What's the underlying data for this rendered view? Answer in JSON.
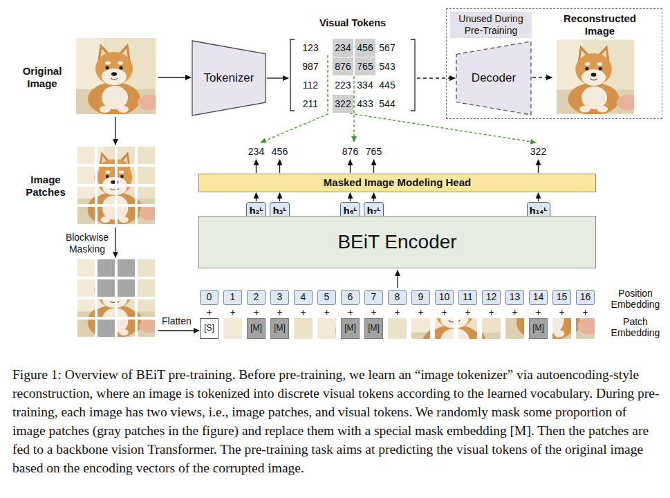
{
  "diagram": {
    "caption": "Figure 1: Overview of BEiT pre-training. Before pre-training, we learn an “image tokenizer” via autoencoding-style reconstruction, where an image is tokenized into discrete visual tokens according to the learned vocabulary. During pre-training, each image has two views, i.e., image patches, and visual tokens. We randomly mask some proportion of image patches (gray patches in the figure) and replace them with a special mask embedding [M]. Then the patches are fed to a backbone vision Transformer. The pre-training task aims at predicting the visual tokens of the original image based on the encoding vectors of the corrupted image.",
    "nodes": [
      {
        "text": [
          "Original Image"
        ]
      },
      {
        "text": [
          "Tokenizer"
        ]
      },
      {
        "text": [
          "Visual Tokens",
          "123",
          "234",
          "456",
          "567",
          "987",
          "876",
          "765",
          "543",
          "112",
          "223",
          "334",
          "445",
          "211",
          "322",
          "433",
          "544"
        ]
      },
      {
        "text": [
          "Unused During Pre-Training"
        ]
      },
      {
        "text": [
          "Decoder"
        ],
        "in": 3
      },
      {
        "text": [
          "Reconstructed Image"
        ],
        "in": 3
      },
      {
        "text": [
          "Image Patches"
        ]
      },
      {
        "text": [
          "Blockwise Masking"
        ]
      },
      {
        "text": [
          "Masked Image Modeling Head"
        ]
      },
      {
        "text": [
          "h₂ᴸ"
        ]
      },
      {
        "text": [
          "h₃ᴸ"
        ]
      },
      {
        "text": [
          "h₆ᴸ"
        ]
      },
      {
        "text": [
          "h₇ᴸ"
        ]
      },
      {
        "text": [
          "h₁₄ᴸ"
        ]
      },
      {
        "text": [
          "BEiT Encoder"
        ]
      },
      {
        "text": [
          "0"
        ]
      },
      {
        "text": [
          "1"
        ]
      },
      {
        "text": [
          "2"
        ]
      },
      {
        "text": [
          "3"
        ]
      },
      {
        "text": [
          "4"
        ]
      },
      {
        "text": [
          "5"
        ]
      },
      {
        "text": [
          "6"
        ]
      },
      {
        "text": [
          "7"
        ]
      },
      {
        "text": [
          "8"
        ]
      },
      {
        "text": [
          "9"
        ]
      },
      {
        "text": [
          "10"
        ]
      },
      {
        "text": [
          "11"
        ]
      },
      {
        "text": [
          "12"
        ]
      },
      {
        "text": [
          "13"
        ]
      },
      {
        "text": [
          "14"
        ]
      },
      {
        "text": [
          "15"
        ]
      },
      {
        "text": [
          "16"
        ]
      },
      {
        "text": [
          "[S]"
        ]
      },
      {
        "text": [
          "[M]"
        ]
      },
      {
        "text": [
          "[M]"
        ]
      },
      {
        "text": [
          "[M]"
        ]
      },
      {
        "text": [
          "[M]"
        ]
      },
      {
        "text": [
          "[M]"
        ]
      }
    ],
    "edges": [
      {
        "from": 0,
        "to": 1,
        "arrow": "to"
      },
      {
        "from": 1,
        "to": 2,
        "arrow": "to"
      },
      {
        "from": 2,
        "to": 4,
        "arrow": "to"
      },
      {
        "from": 4,
        "to": 5,
        "arrow": "to"
      },
      {
        "from": 0,
        "to": 6,
        "arrow": "to"
      },
      {
        "from": 6,
        "to": 7,
        "arrow": "to"
      },
      {
        "from": 7,
        "to": 32,
        "label": "Flatten",
        "arrow": "to"
      },
      {
        "from": 9,
        "to": 8,
        "arrow": "to"
      },
      {
        "from": 10,
        "to": 8,
        "arrow": "to"
      },
      {
        "from": 11,
        "to": 8,
        "arrow": "to"
      },
      {
        "from": 12,
        "to": 8,
        "arrow": "to"
      },
      {
        "from": 13,
        "to": 8,
        "arrow": "to"
      }
    ],
    "labels": [
      "234",
      "456",
      "876",
      "765",
      "322",
      "+",
      "+",
      "+",
      "+",
      "+",
      "+",
      "+",
      "+",
      "+",
      "+",
      "+",
      "+",
      "+",
      "+",
      "+",
      "+",
      "+",
      "Position Embedding",
      "Patch Embedding"
    ]
  }
}
